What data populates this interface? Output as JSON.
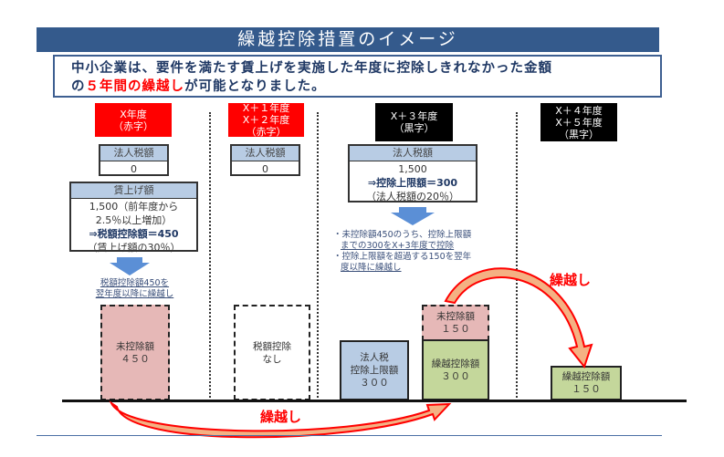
{
  "title": "繰越控除措置のイメージ",
  "subtitle": {
    "line1": "中小企業は、要件を満たす賃上げを実施した年度に控除しきれなかった金額",
    "line2_pre": "の",
    "line2_highlight": "５年間の繰越し",
    "line2_post": "が可能となりました。"
  },
  "columns": [
    {
      "header": [
        "X年度",
        "（赤字）"
      ],
      "tax_label": "法人税額",
      "tax_value": "0",
      "wage": {
        "label": "賃上げ額",
        "lines": [
          "1,500（前年度から",
          "2.5％以上増加）"
        ],
        "result": "⇒税額控除額＝450",
        "note": "（賃上げ額の30％）"
      },
      "note": [
        "税額控除額450を",
        "翌年度以降に繰越し"
      ],
      "bar": [
        "未控除額",
        "４５０"
      ]
    },
    {
      "header": [
        "X＋１年度",
        "X＋２年度",
        "（赤字）"
      ],
      "tax_label": "法人税額",
      "tax_value": "0",
      "bar": [
        "税額控除",
        "なし"
      ]
    },
    {
      "header": [
        "X＋３年度",
        "（黒字）"
      ],
      "tax_label": "法人税額",
      "tax_value": "1,500",
      "result": "⇒控除上限額＝300",
      "result_note": "（法人税額の20％）",
      "notes": [
        "・未控除額450のうち、控除上限額",
        "までの300をX+3年度で控除",
        "・控除上限額を超過する150を翌年",
        "度以降に繰越し"
      ],
      "bar_limit": [
        "法人税",
        "控除上限額",
        "３００"
      ],
      "bar_remaining": [
        "未控除額",
        "１５０"
      ],
      "bar_carried": [
        "繰越控除額",
        "３００"
      ]
    },
    {
      "header": [
        "X＋４年度",
        "X＋５年度",
        "（黒字）"
      ],
      "bar": [
        "繰越控除額",
        "１５０"
      ]
    }
  ],
  "arrows": {
    "carry_label_1": "繰越し",
    "carry_label_2": "繰越し"
  },
  "colors": {
    "title_bg": "#345a8c",
    "red": "#ff0000",
    "pink": "#e6b8b7",
    "blue": "#b8cce4",
    "green": "#c4d79b"
  }
}
